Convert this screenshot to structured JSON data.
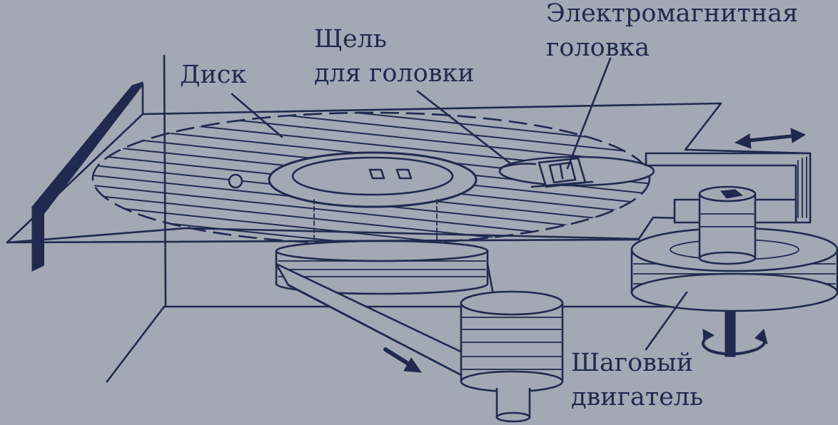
{
  "labels": {
    "disk": "Диск",
    "slot_line1": "Щель",
    "slot_line2": "для головки",
    "head_line1": "Электромагнитная",
    "head_line2": "головка",
    "motor_line1": "Шаговый",
    "motor_line2": "двигатель"
  },
  "colors": {
    "background": "#a3a8b5",
    "ink": "#1f2a4e"
  }
}
